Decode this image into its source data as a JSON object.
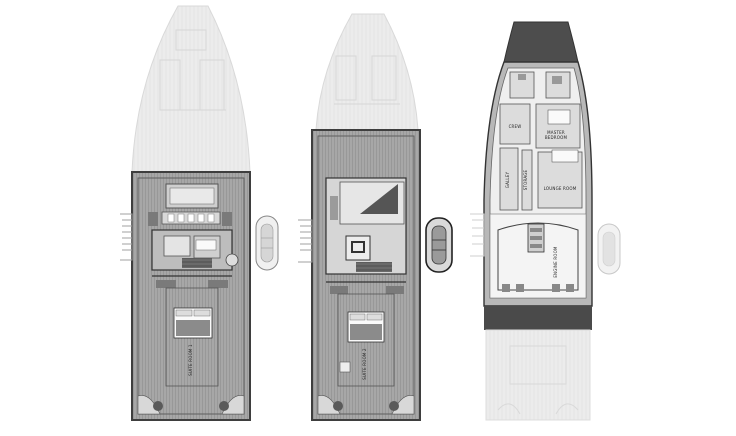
{
  "plans": [
    {
      "id": "plan-1",
      "suite_label": "SUITE ROOM 1"
    },
    {
      "id": "plan-2",
      "suite_label": "SUITE ROOM 2"
    },
    {
      "id": "plan-3",
      "labels": {
        "master": "MASTER",
        "master2": "BEDROOM",
        "lounge": "LOUNGE ROOM",
        "galley": "GALLEY",
        "storage": "STORAGE",
        "engine": "ENGINE ROOM",
        "crew": "CREW"
      }
    }
  ],
  "colors": {
    "hull_dark": "#6d6d6d",
    "deck_gray": "#a9a9a9",
    "faded": "#e6e6e6",
    "stripe": "#5a5a5a"
  }
}
